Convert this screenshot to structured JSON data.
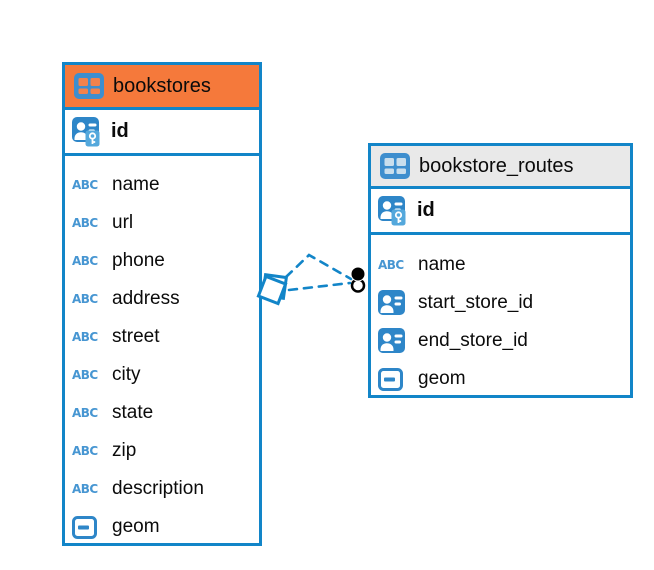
{
  "colors": {
    "accent_blue": "#1285C8",
    "icon_blue": "#2E86C8",
    "type_text_blue": "#4796D2",
    "bookstores_header_orange": "#F5793B",
    "routes_header_gray": "#E9E9E9",
    "connector_dashed_blue": "#1285C8",
    "endpoint_black": "#000000"
  },
  "icons": {
    "text_type_glyph": "ABC"
  },
  "tables": [
    {
      "name": "bookstores",
      "primary_key": {
        "name": "id",
        "type": "primary-key"
      },
      "columns": [
        {
          "name": "name",
          "type": "text"
        },
        {
          "name": "url",
          "type": "text"
        },
        {
          "name": "phone",
          "type": "text"
        },
        {
          "name": "address",
          "type": "text"
        },
        {
          "name": "street",
          "type": "text"
        },
        {
          "name": "city",
          "type": "text"
        },
        {
          "name": "state",
          "type": "text"
        },
        {
          "name": "zip",
          "type": "text"
        },
        {
          "name": "description",
          "type": "text"
        },
        {
          "name": "geom",
          "type": "geometry"
        }
      ]
    },
    {
      "name": "bookstore_routes",
      "primary_key": {
        "name": "id",
        "type": "primary-key"
      },
      "columns": [
        {
          "name": "name",
          "type": "text"
        },
        {
          "name": "start_store_id",
          "type": "reference"
        },
        {
          "name": "end_store_id",
          "type": "reference"
        },
        {
          "name": "geom",
          "type": "geometry"
        }
      ]
    }
  ],
  "relationships": {
    "style": "dashed",
    "links": [
      {
        "from": "bookstores",
        "to": "bookstore_routes"
      },
      {
        "from": "bookstores",
        "to": "bookstore_routes"
      }
    ]
  }
}
